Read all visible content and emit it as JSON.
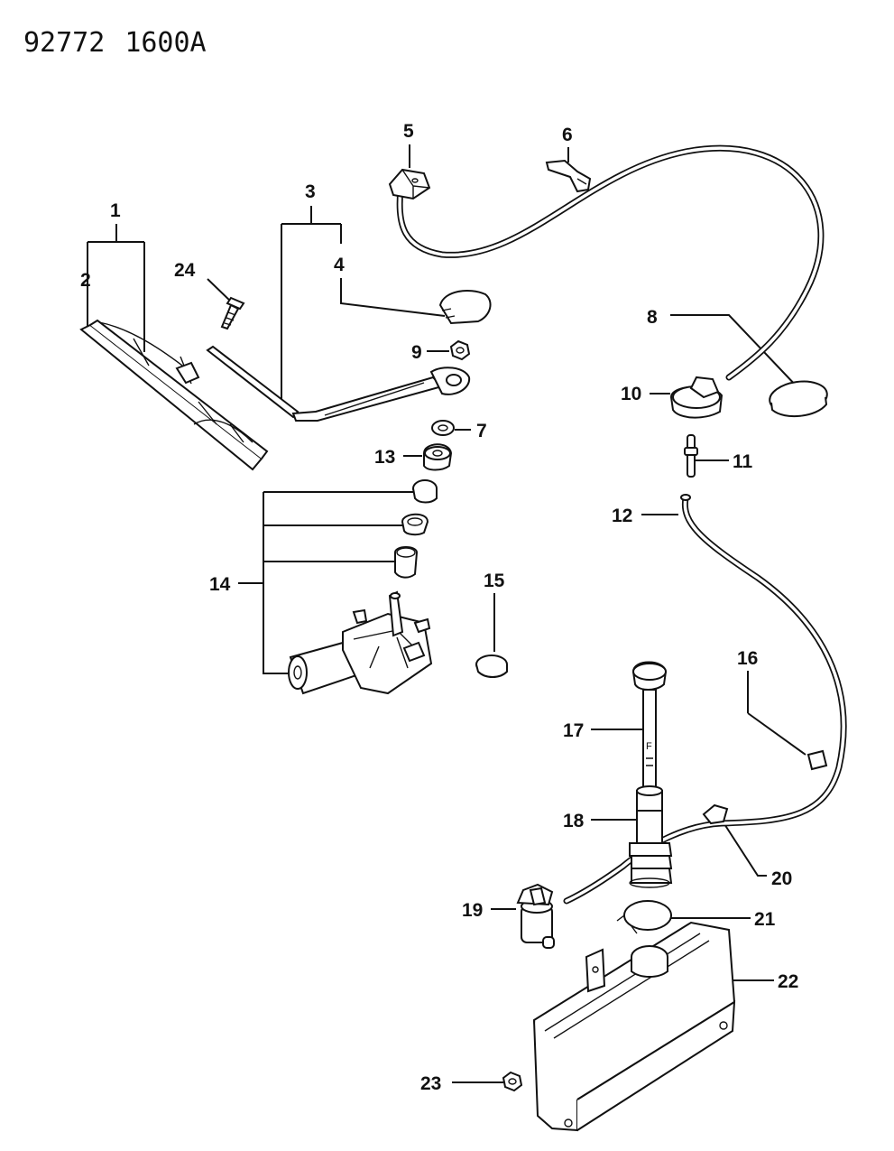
{
  "header": {
    "drawing_number": "92772",
    "group_code": "1600A"
  },
  "callouts": {
    "c1": "1",
    "c2": "2",
    "c3": "3",
    "c4": "4",
    "c5": "5",
    "c6": "6",
    "c7": "7",
    "c8": "8",
    "c9": "9",
    "c10": "10",
    "c11": "11",
    "c12": "12",
    "c13": "13",
    "c14": "14",
    "c15": "15",
    "c16": "16",
    "c17": "17",
    "c18": "18",
    "c19": "19",
    "c20": "20",
    "c21": "21",
    "c22": "22",
    "c23": "23",
    "c24": "24"
  },
  "dipstick_markings": {
    "f": "F"
  }
}
